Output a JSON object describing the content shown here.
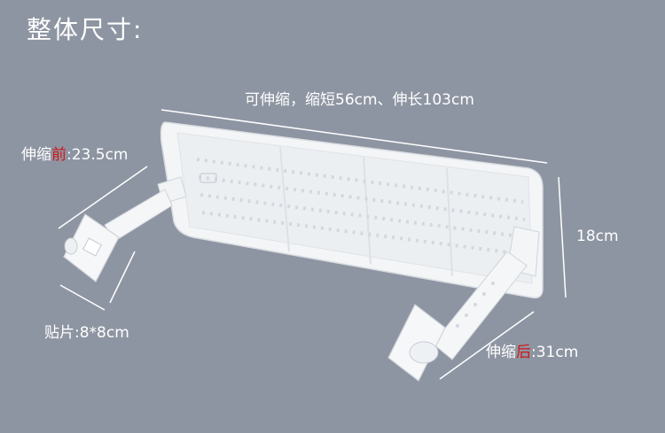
{
  "title": "整体尺寸:",
  "dimensions": {
    "length": "可伸缩，缩短56cm、伸长103cm",
    "height": "18cm",
    "front": {
      "prefix": "伸缩",
      "highlight": "前",
      "value": ":23.5cm"
    },
    "rear": {
      "prefix": "伸缩",
      "highlight": "后",
      "value": ":31cm"
    },
    "patch": "贴片:8*8cm"
  },
  "colors": {
    "background": "#8e95a2",
    "text": "#ffffff",
    "highlight": "#d01818",
    "product": "#f4f6f8"
  }
}
